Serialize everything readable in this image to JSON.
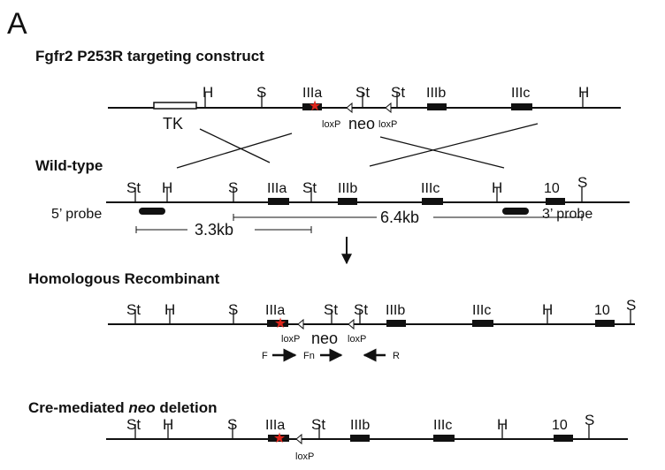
{
  "panel_label": "A",
  "colors": {
    "ink": "#111111",
    "mutation_star": "#e0251b",
    "background": "#ffffff"
  },
  "targeting": {
    "title": "Fgfr2 P253R targeting construct",
    "sites": [
      "H",
      "S",
      "St",
      "St",
      "H"
    ],
    "exons": [
      "IIIa",
      "IIIb",
      "IIIc"
    ],
    "tk_label": "TK",
    "neo_label": "neo",
    "loxp_left": "loxP",
    "loxp_right": "loxP"
  },
  "wildtype": {
    "title": "Wild-type",
    "sites": [
      "St",
      "H",
      "S",
      "St",
      "H",
      "S"
    ],
    "exons": [
      "IIIa",
      "IIIb",
      "IIIc",
      "10"
    ],
    "probe5": "5’ probe",
    "probe3": "3’ probe",
    "frag1": "3.3kb",
    "frag2": "6.4kb"
  },
  "homologous": {
    "title": "Homologous Recombinant",
    "sites": [
      "St",
      "H",
      "S",
      "St",
      "St",
      "H",
      "S"
    ],
    "exons": [
      "IIIa",
      "IIIb",
      "IIIc",
      "10"
    ],
    "neo_label": "neo",
    "loxp_left": "loxP",
    "loxp_right": "loxP",
    "primers": [
      "F",
      "Fn",
      "R"
    ]
  },
  "cre": {
    "title_pre": "Cre-mediated ",
    "title_em": "neo",
    "title_post": " deletion",
    "sites": [
      "St",
      "H",
      "S",
      "St",
      "H",
      "S"
    ],
    "exons": [
      "IIIa",
      "IIIb",
      "IIIc",
      "10"
    ],
    "loxp": "loxP"
  }
}
